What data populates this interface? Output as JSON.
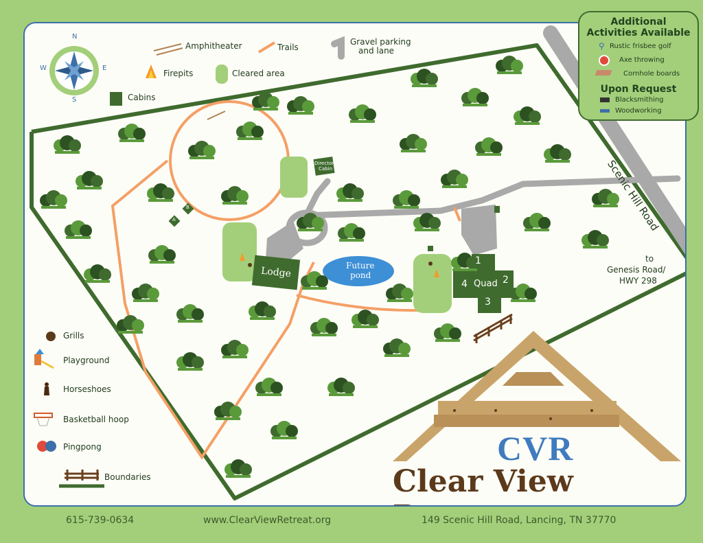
{
  "map": {
    "compass": {
      "n": "N",
      "s": "S",
      "e": "E",
      "w": "W"
    },
    "legend_top": {
      "amphitheater": "Amphitheater",
      "trails": "Trails",
      "gravel": "Gravel parking",
      "gravel2": "and lane",
      "firepits": "Firepits",
      "cleared": "Cleared area",
      "cabins": "Cabins"
    },
    "legend_left": {
      "grills": "Grills",
      "playground": "Playground",
      "horseshoes": "Horseshoes",
      "basketball": "Basketball hoop",
      "pingpong": "Pingpong",
      "boundaries": "Boundaries"
    },
    "activities": {
      "title1": "Additional",
      "title2": "Activities Available",
      "items": [
        "Rustic frisbee golf",
        "Axe throwing",
        "Cornhole boards"
      ],
      "request_title": "Upon Request",
      "request_items": [
        "Blacksmithing",
        "Woodworking"
      ]
    },
    "labels": {
      "lodge": "Lodge",
      "pond1": "Future",
      "pond2": "pond",
      "directors1": "Director's",
      "directors2": "Cabin",
      "cabin_a": "A",
      "cabin_b": "B",
      "quad": "Quad",
      "q1": "1",
      "q2": "2",
      "q3": "3",
      "q4": "4",
      "road": "Scenic Hill Road",
      "to1": "to",
      "to2": "Genesis Road/",
      "to3": "HWY 298"
    },
    "colors": {
      "forest": "#3f6b2e",
      "trail": "#f4a066",
      "water": "#3d8fd6",
      "clearing": "#a3cf7a",
      "gravel": "#a9a9a9"
    }
  },
  "brand": {
    "cvr": "CVR",
    "name": "Clear View Retreat"
  },
  "footer": {
    "phone": "615-739-0634",
    "website": "www.ClearViewRetreat.org",
    "address": "149 Scenic Hill Road, Lancing, TN 37770"
  }
}
